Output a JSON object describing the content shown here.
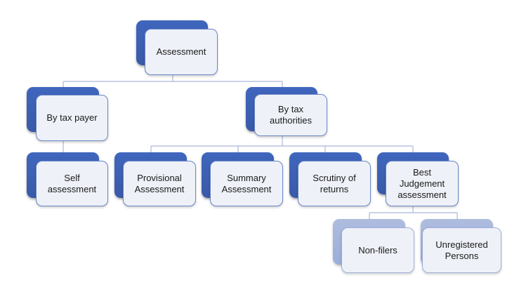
{
  "diagram": {
    "root": "Assessment",
    "level1": [
      "By tax payer",
      "By tax\nauthorities"
    ],
    "taxpayer_children": [
      "Self\nassessment"
    ],
    "authority_children": [
      "Provisional\nAssessment",
      "Summary\nAssessment",
      "Scrutiny of\nreturns",
      "Best\nJudgement\nassessment"
    ],
    "best_judgement_children": [
      "Non-filers",
      "Unregistered\nPersons"
    ],
    "colors": {
      "dark_box": "#3f66bd",
      "light_box": "#9aaedb",
      "front_fill": "#eef1f7",
      "front_border": "#6a86c8",
      "connector": "#a9b7d6"
    }
  }
}
